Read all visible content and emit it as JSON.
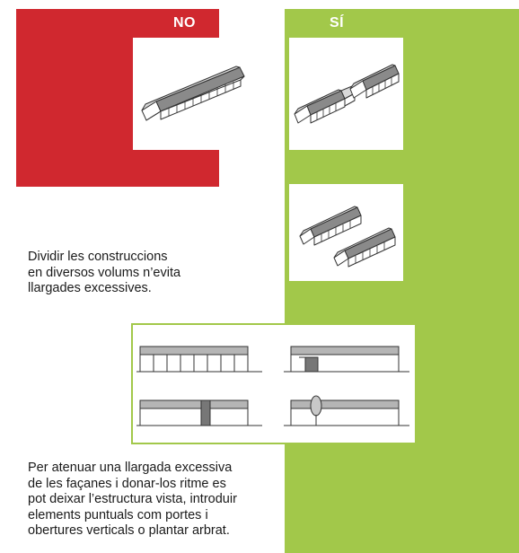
{
  "labels": {
    "no": "NO",
    "si": "SÍ"
  },
  "captions": {
    "volumes": [
      "Dividir les construccions",
      "en diversos volums n’evita",
      "llargades excessives."
    ],
    "facades": [
      "Per atenuar una llargada excessiva",
      "de les façanes i donar-los ritme es",
      "pot deixar l’estructura vista, introduir",
      "elements puntuals com portes i",
      "obertures verticals o plantar arbrat."
    ]
  },
  "colors": {
    "no": "#d0282f",
    "si": "#a2c84a",
    "text": "#1a1a1a"
  }
}
